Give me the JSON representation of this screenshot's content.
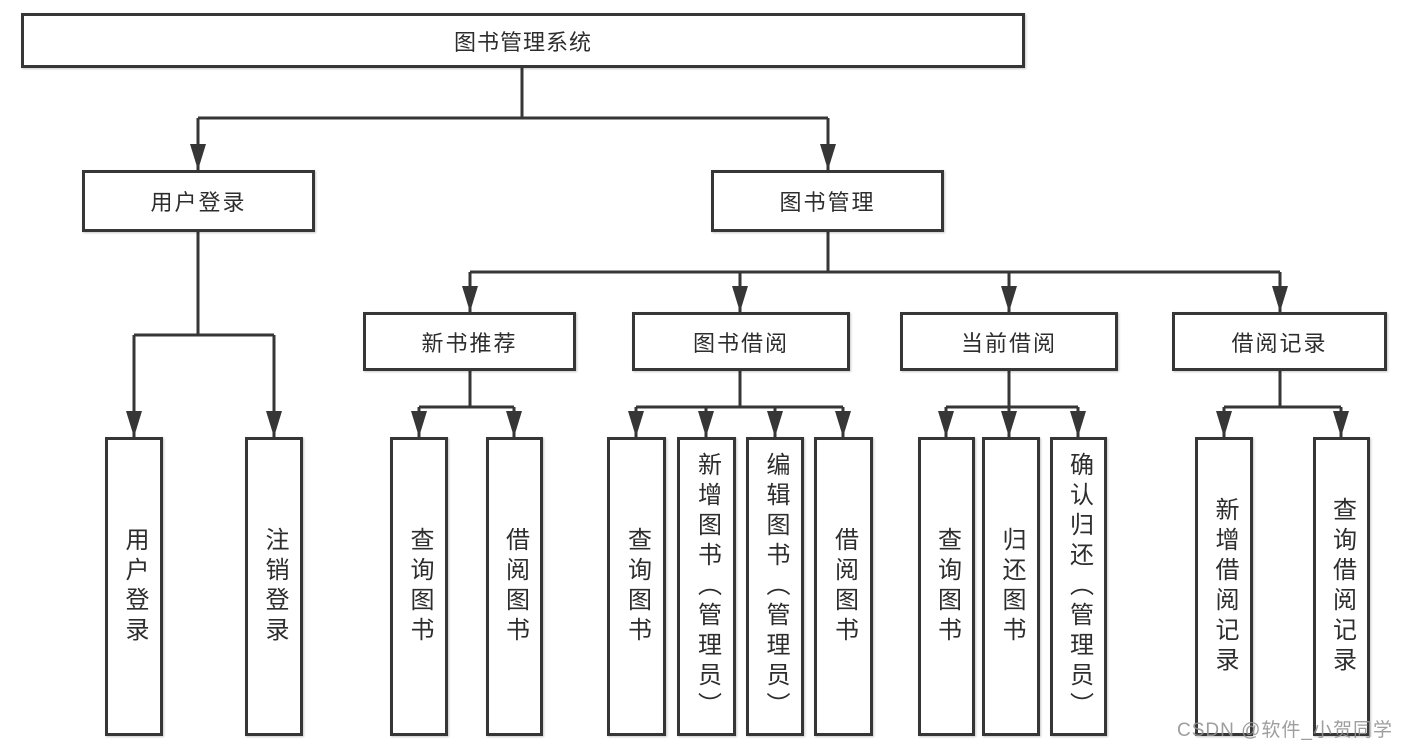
{
  "diagram": {
    "nodes": {
      "root": "图书管理系统",
      "user_login": "用户登录",
      "book_management": "图书管理",
      "new_book_recommend": "新书推荐",
      "book_borrow": "图书借阅",
      "current_borrow": "当前借阅",
      "borrow_records": "借阅记录",
      "leaf_user_login": "用户登录",
      "leaf_logout": "注销登录",
      "leaf_query_book_1": "查询图书",
      "leaf_borrow_book_1": "借阅图书",
      "leaf_query_book_2": "查询图书",
      "leaf_add_book_admin": "新增图书（管理员）",
      "leaf_edit_book_admin": "编辑图书（管理员）",
      "leaf_borrow_book_2": "借阅图书",
      "leaf_query_book_3": "查询图书",
      "leaf_return_book": "归还图书",
      "leaf_confirm_return_admin": "确认归还（管理员）",
      "leaf_add_borrow_record": "新增借阅记录",
      "leaf_query_borrow_record": "查询借阅记录"
    },
    "colors": {
      "line": "#363636",
      "box_border": "#363636",
      "box_background": "#ffffff",
      "text": "#2d2d2d",
      "watermark": "#949494"
    }
  },
  "watermark": "CSDN @软件_小贺同学"
}
